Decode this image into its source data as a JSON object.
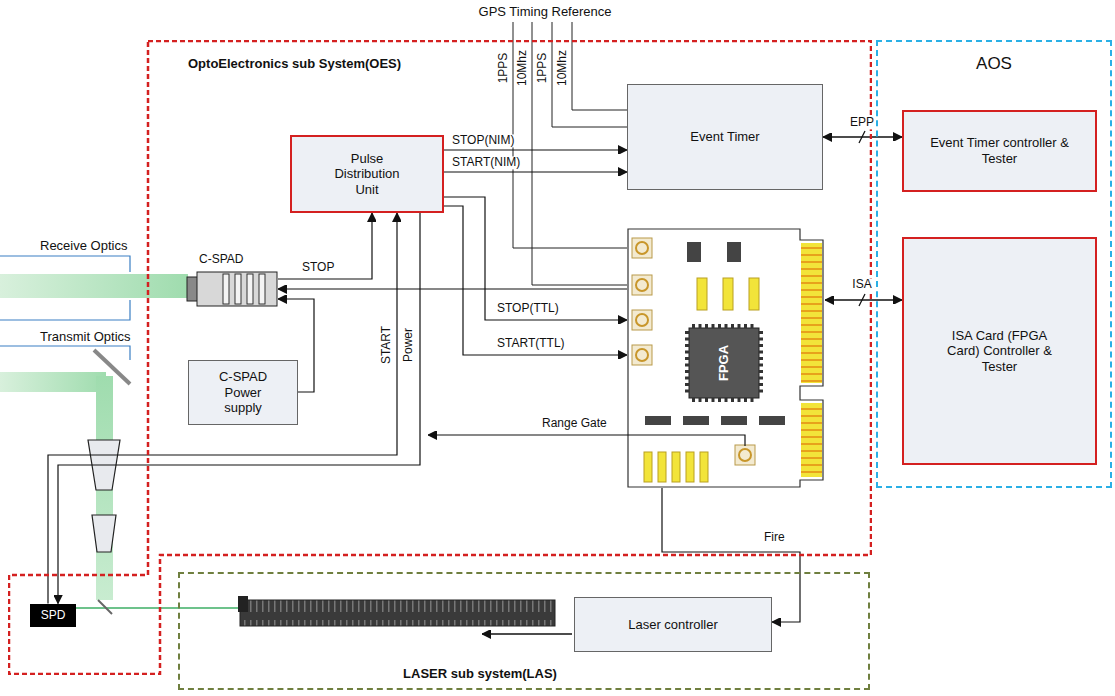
{
  "diagram": {
    "nodes": [
      {
        "text": [
          "OptoElectronics sub System(OES)"
        ]
      },
      {
        "text": [
          "Pulse Distribution Unit"
        ],
        "in": 0
      },
      {
        "text": [
          "Event Timer"
        ],
        "in": 0
      },
      {
        "text": [
          "C-SPAD"
        ],
        "in": 0
      },
      {
        "text": [
          "FPGA"
        ],
        "in": 0
      },
      {
        "text": [
          "C-SPAD Power supply"
        ],
        "in": 0
      },
      {
        "text": [
          "SPD"
        ],
        "in": 0
      },
      {
        "text": [
          "AOS"
        ]
      },
      {
        "text": [
          "Event Timer controller & Tester"
        ],
        "in": 7
      },
      {
        "text": [
          "ISA Card (FPGA Card) Controller & Tester"
        ],
        "in": 7
      },
      {
        "text": [
          "LASER sub system(LAS)"
        ]
      },
      {
        "text": [
          "Laser controller"
        ],
        "in": 10
      }
    ],
    "edges": [
      {
        "from": 1,
        "to": 2,
        "label": "STOP(NIM)",
        "arrow": "to"
      },
      {
        "from": 1,
        "to": 2,
        "label": "START(NIM)",
        "arrow": "to"
      },
      {
        "from": 1,
        "to": 4,
        "label": "STOP(TTL)",
        "arrow": "to"
      },
      {
        "from": 1,
        "to": 4,
        "label": "START(TTL)",
        "arrow": "to"
      },
      {
        "from": 3,
        "to": 1,
        "label": "STOP",
        "arrow": "to"
      },
      {
        "from": 6,
        "to": 1,
        "label": "START",
        "arrow": "to"
      },
      {
        "from": 1,
        "to": 6,
        "label": "Power",
        "arrow": "to"
      },
      {
        "from": 5,
        "to": 3,
        "arrow": "to"
      },
      {
        "from": 4,
        "to": 3,
        "arrow": "to"
      },
      {
        "from": 2,
        "to": 8,
        "label": "EPP",
        "arrow": "both"
      },
      {
        "from": 4,
        "to": 9,
        "label": "ISA",
        "arrow": "both"
      },
      {
        "from": 4,
        "to": 11,
        "label": "Fire",
        "arrow": "to"
      }
    ],
    "labels": [
      "GPS Timing Reference",
      "1PPS",
      "10Mhz",
      "1PPS",
      "10Mhz",
      "Receive Optics",
      "Transmit Optics",
      "Range Gate"
    ]
  }
}
